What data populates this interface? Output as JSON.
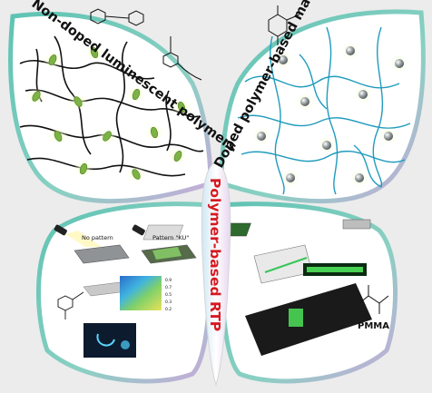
{
  "labels": {
    "top_left": "Non-doped luminescent polymers",
    "top_right": "Doped polymer-based materials",
    "center": "Polymer-based RTP"
  },
  "panel_bl": {
    "no_pattern": "No pattern",
    "pattern_ku": "Pattern \"KU\"",
    "scale": [
      "0.9",
      "0.7",
      "0.5",
      "0.3",
      "0.2"
    ]
  },
  "panel_br": {
    "pmma": "PMMA"
  },
  "colors": {
    "butterfly_edge": "#6fbfb4",
    "wing_teal": "#1f9bbd",
    "leaf_green": "#7bb345",
    "center_red": "#d61a22"
  }
}
